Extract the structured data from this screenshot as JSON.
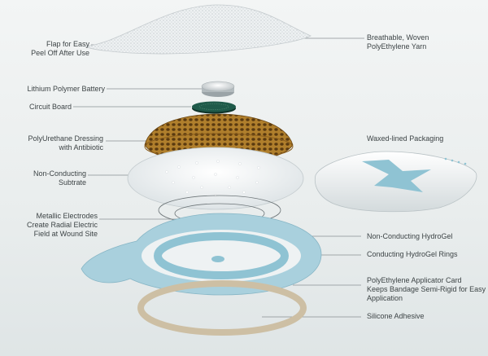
{
  "labels_left": {
    "flap": [
      "Flap for Easy",
      "Peel Off After Use"
    ],
    "battery": [
      "Lithium Polymer Battery"
    ],
    "circuit": [
      "Circuit Board"
    ],
    "dressing": [
      "PolyUrethane Dressing",
      "with Antibiotic"
    ],
    "nonconducting_substrate": [
      "Non-Conducting",
      "Subtrate"
    ],
    "electrodes": [
      "Metallic Electrodes",
      "Create Radial Electric",
      "Field at Wound Site"
    ]
  },
  "labels_right": {
    "yarn": [
      "Breathable, Woven",
      "PolyEthylene Yarn"
    ],
    "packaging": [
      "Waxed-lined Packaging"
    ],
    "nc_hydrogel": [
      "Non-Conducting HydroGel"
    ],
    "c_hydrogel": [
      "Conducting HydroGel Rings"
    ],
    "applicator": [
      "PolyEthylene Applicator Card",
      "Keeps Bandage Semi-Rigid for Easy",
      "Application"
    ],
    "adhesive": [
      "Silicone Adhesive"
    ]
  },
  "colors": {
    "leader_line": "#8a9194",
    "applicator_blue": "#a9d0dd",
    "hydrogel_ring": "#8fc3d3",
    "adhesive_tan": "#cdbfa4",
    "dressing_brown": "#a8782a",
    "board_green": "#1f5a4a"
  }
}
